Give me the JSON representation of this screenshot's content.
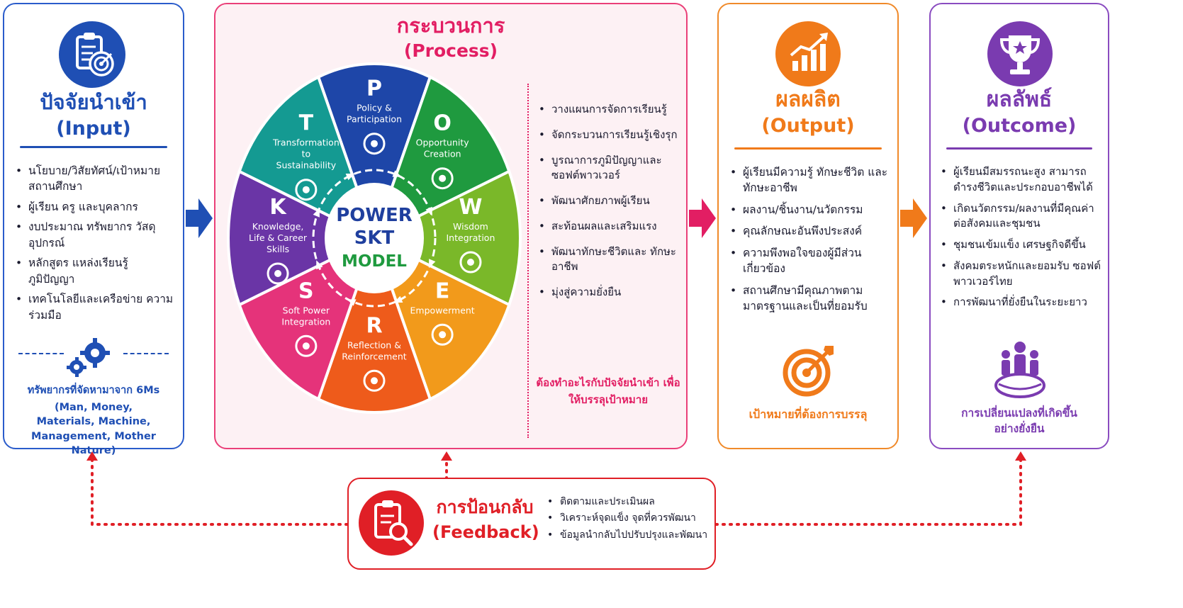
{
  "input": {
    "title_th": "ปัจจัยนำเข้า",
    "title_en": "(Input)",
    "items": [
      "นโยบาย/วิสัยทัศน์/เป้าหมาย สถานศึกษา",
      "ผู้เรียน ครู และบุคลากร",
      "งบประมาณ ทรัพยากร วัสดุ อุปกรณ์",
      "หลักสูตร แหล่งเรียนรู้ ภูมิปัญญา",
      "เทคโนโลยีและเครือข่าย ความร่วมมือ"
    ],
    "resources_title": "ทรัพยากรที่จัดหามาจาก 6Ms",
    "resources_detail": "(Man, Money, Materials, Machine, Management, Mother Nature)",
    "color": "#1f4fb4"
  },
  "process": {
    "title_th": "กระบวนการ",
    "title_en": "(Process)",
    "center": [
      "POWER",
      "SKT",
      "MODEL"
    ],
    "segments": [
      {
        "letter": "P",
        "label": [
          "Policy &",
          "Participation"
        ],
        "color": "#1e46a8",
        "icon": "people-icon"
      },
      {
        "letter": "O",
        "label": [
          "Opportunity",
          "Creation"
        ],
        "color": "#1f9a3f",
        "icon": "door-icon"
      },
      {
        "letter": "W",
        "label": [
          "Wisdom",
          "Integration"
        ],
        "color": "#7ab829",
        "icon": "pot-icon"
      },
      {
        "letter": "E",
        "label": [
          "Empowerment"
        ],
        "color": "#f29a1b",
        "icon": "growth-icon"
      },
      {
        "letter": "R",
        "label": [
          "Reflection &",
          "Reinforcement"
        ],
        "color": "#ee5b1b",
        "icon": "chart-search-icon"
      },
      {
        "letter": "S",
        "label": [
          "Soft Power",
          "Integration"
        ],
        "color": "#e5337a",
        "icon": "masks-icon"
      },
      {
        "letter": "K",
        "label": [
          "Knowledge,",
          "Life & Career",
          "Skills"
        ],
        "color": "#6a35a6",
        "icon": "brain-icon"
      },
      {
        "letter": "T",
        "label": [
          "Transformation",
          "to",
          "Sustainability"
        ],
        "color": "#149a92",
        "icon": "globe-icon"
      }
    ],
    "steps": [
      "วางแผนการจัดการเรียนรู้",
      "จัดกระบวนการเรียนรู้เชิงรุก",
      "บูรณาการภูมิปัญญาและ ซอฟต์พาวเวอร์",
      "พัฒนาศักยภาพผู้เรียน",
      "สะท้อนผลและเสริมแรง",
      "พัฒนาทักษะชีวิตและ ทักษะอาชีพ",
      "มุ่งสู่ความยั่งยืน"
    ],
    "note": "ต้องทำอะไรกับปัจจัยนำเข้า เพื่อให้บรรลุเป้าหมาย",
    "color": "#e21e63"
  },
  "output": {
    "title_th": "ผลผลิต",
    "title_en": "(Output)",
    "items": [
      "ผู้เรียนมีความรู้ ทักษะชีวิต และทักษะอาชีพ",
      "ผลงาน/ชิ้นงาน/นวัตกรรม",
      "คุณลักษณะอันพึงประสงค์",
      "ความพึงพอใจของผู้มีส่วน เกี่ยวข้อง",
      "สถานศึกษามีคุณภาพตาม มาตรฐานและเป็นที่ยอมรับ"
    ],
    "target_label": "เป้าหมายที่ต้องการบรรลุ",
    "color": "#f07a1a"
  },
  "outcome": {
    "title_th": "ผลลัพธ์",
    "title_en": "(Outcome)",
    "items": [
      "ผู้เรียนมีสมรรถนะสูง สามารถ ดำรงชีวิตและประกอบอาชีพได้",
      "เกิดนวัตกรรม/ผลงานที่มีคุณค่า ต่อสังคมและชุมชน",
      "ชุมชนเข้มแข็ง เศรษฐกิจดีขึ้น",
      "สังคมตระหนักและยอมรับ ซอฟต์พาวเวอร์ไทย",
      "การพัฒนาที่ยั่งยืนในระยะยาว"
    ],
    "change_label": "การเปลี่ยนแปลงที่เกิดขึ้น อย่างยั่งยืน",
    "color": "#7a3bb0"
  },
  "feedback": {
    "title_th": "การป้อนกลับ",
    "title_en": "(Feedback)",
    "items": [
      "ติดตามและประเมินผล",
      "วิเคราะห์จุดแข็ง จุดที่ควรพัฒนา",
      "ข้อมูลนำกลับไปปรับปรุงและพัฒนา"
    ],
    "color": "#e01f26"
  }
}
